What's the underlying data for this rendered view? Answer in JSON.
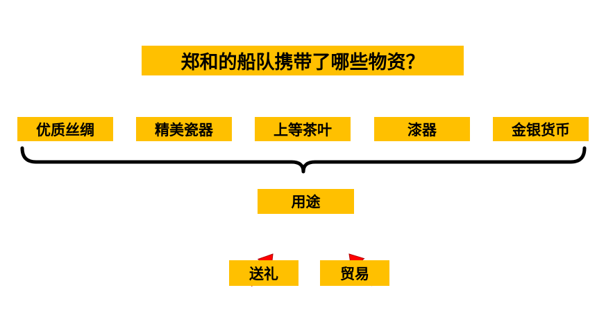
{
  "title": "郑和的船队携带了哪些物资？",
  "items": [
    "优质丝绸",
    "精美瓷器",
    "上等茶叶",
    "漆器",
    "金银货币"
  ],
  "use_label": "用途",
  "outcomes": [
    "送礼",
    "贸易"
  ],
  "colors": {
    "box": "#FFC000",
    "arrow": "#FF0000"
  }
}
